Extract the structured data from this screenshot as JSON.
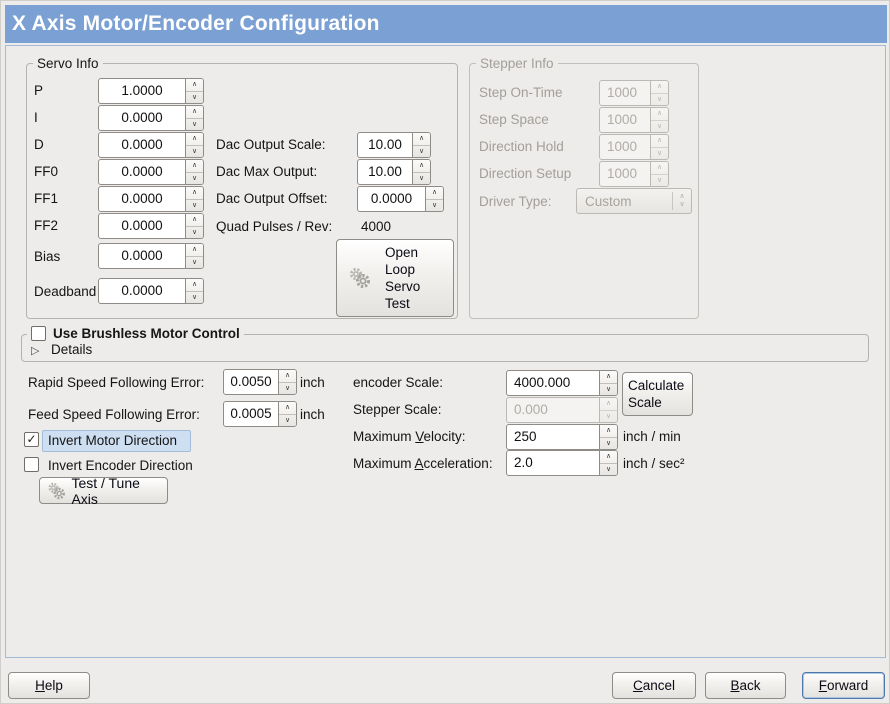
{
  "header": {
    "title": "X Axis Motor/Encoder Configuration"
  },
  "colors": {
    "titlebar": "#7ba0d3",
    "background": "#edeceb",
    "panel_border": "#a2b9d8",
    "focus_highlight": "#cfdff2"
  },
  "icons": {
    "check": "✓",
    "expander_arrow": "▷",
    "combo_arrows": "∧∨"
  },
  "servo_info": {
    "legend": "Servo Info",
    "rows": [
      {
        "label": "P",
        "value": "1.0000"
      },
      {
        "label": "I",
        "value": "0.0000"
      },
      {
        "label": "D",
        "value": "0.0000"
      },
      {
        "label": "FF0",
        "value": "0.0000"
      },
      {
        "label": "FF1",
        "value": "0.0000"
      },
      {
        "label": "FF2",
        "value": "0.0000"
      },
      {
        "label": "Bias",
        "value": "0.0000"
      },
      {
        "label": "Deadband",
        "value": "0.0000"
      }
    ]
  },
  "dac": {
    "rows": [
      {
        "label": "Dac Output Scale:",
        "value": "10.00"
      },
      {
        "label": "Dac Max Output:",
        "value": "10.00"
      },
      {
        "label": "Dac Output Offset:",
        "value": "0.0000"
      }
    ],
    "quad_label": "Quad Pulses / Rev:",
    "quad_value": "4000",
    "open_loop_button": "Open Loop Servo Test"
  },
  "stepper_info": {
    "legend": "Stepper Info",
    "rows": [
      {
        "label": "Step On-Time",
        "value": "1000"
      },
      {
        "label": "Step Space",
        "value": "1000"
      },
      {
        "label": "Direction Hold",
        "value": "1000"
      },
      {
        "label": "Direction Setup",
        "value": "1000"
      }
    ],
    "driver_type_label": "Driver Type:",
    "driver_type_value": "Custom"
  },
  "brushless": {
    "checkbox_label": "Use Brushless Motor Control",
    "checkbox_state": "",
    "details_label": "Details"
  },
  "following_error": {
    "rapid_label": "Rapid Speed Following Error:",
    "rapid_value": "0.0050",
    "rapid_unit": "inch",
    "feed_label": "Feed Speed Following Error:",
    "feed_value": "0.0005",
    "feed_unit": "inch"
  },
  "scales": {
    "encoder_label": "encoder Scale:",
    "encoder_value": "4000.000",
    "calculate_button": "Calculate Scale",
    "stepper_label": "Stepper Scale:",
    "stepper_value": "0.000",
    "velocity": {
      "pre": "Maximum ",
      "key": "V",
      "post": "elocity:",
      "value": "250",
      "unit": "inch / min"
    },
    "acceleration": {
      "pre": "Maximum ",
      "key": "A",
      "post": "cceleration:",
      "value": "2.0",
      "unit": "inch / sec²"
    }
  },
  "invert": {
    "motor_label": "Invert Motor Direction",
    "motor_state": "✓",
    "encoder_label": "Invert Encoder Direction",
    "encoder_state": "",
    "test_tune_button": "Test / Tune Axis"
  },
  "actions": {
    "help": {
      "key": "H",
      "post": "elp"
    },
    "cancel": {
      "key": "C",
      "post": "ancel"
    },
    "back": {
      "key": "B",
      "post": "ack"
    },
    "forward": {
      "key": "F",
      "post": "orward"
    }
  }
}
